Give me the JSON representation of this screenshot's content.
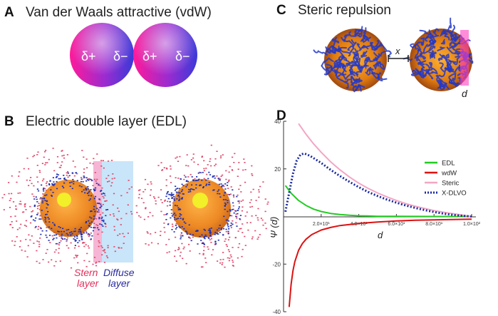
{
  "panels": {
    "a": {
      "letter": "A",
      "title": "Van der Waals attractive (vdW)",
      "charges": [
        "δ+",
        "δ−",
        "δ+",
        "δ−"
      ]
    },
    "b": {
      "letter": "B",
      "title": "Electric double layer (EDL)",
      "stern_label": [
        "Stern",
        "layer"
      ],
      "diffuse_label": [
        "Diffuse",
        "layer"
      ]
    },
    "c": {
      "letter": "C",
      "title": "Steric repulsion",
      "gap_label": "x",
      "distance_label": "d"
    },
    "d": {
      "letter": "D"
    }
  },
  "colors": {
    "edl": "#22cc22",
    "vdw": "#dd1111",
    "steric": "#f3a6c4",
    "xdlvo": "#1a2aa0",
    "sphere_blue": "#3a3ad8",
    "sphere_pink": "#ff1a9a",
    "core_orange": "#ee8a1a",
    "stern_band": "#f4a8cc",
    "diffuse_band": "#bfe0f8",
    "brush": "#2238c8"
  },
  "chart_data": {
    "type": "line",
    "xlabel": "d",
    "ylabel": "Ψ (d)",
    "xlim": [
      0,
      100
    ],
    "ylim": [
      -40,
      40
    ],
    "x_ticks": [
      {
        "value": 20,
        "label": "2.0×10¹"
      },
      {
        "value": 40,
        "label": "4.0×10¹"
      },
      {
        "value": 60,
        "label": "6.0×10¹"
      },
      {
        "value": 80,
        "label": "8.0×10¹"
      },
      {
        "value": 100,
        "label": "1.0×10²"
      }
    ],
    "y_ticks": [
      {
        "value": 40,
        "label": "40"
      },
      {
        "value": 20,
        "label": "20"
      },
      {
        "value": -20,
        "label": "-20"
      },
      {
        "value": -40,
        "label": "-40"
      }
    ],
    "legend_position": "right",
    "series": [
      {
        "name": "EDL",
        "style": "solid",
        "color": "#22cc22",
        "x": [
          1,
          4,
          8,
          12,
          16,
          20,
          25,
          30,
          35,
          40,
          45,
          50,
          60,
          70,
          80,
          90,
          100
        ],
        "y": [
          13,
          9.8,
          6.7,
          4.6,
          3.1,
          2.1,
          1.3,
          0.8,
          0.5,
          0.3,
          0.2,
          0.1,
          0.05,
          0.02,
          0.01,
          0,
          0
        ]
      },
      {
        "name": "wdW",
        "style": "solid",
        "color": "#dd1111",
        "x": [
          3,
          4,
          5,
          6,
          8,
          10,
          12,
          15,
          20,
          25,
          30,
          40,
          50,
          60,
          70,
          80,
          90,
          100
        ],
        "y": [
          -38,
          -28.5,
          -22.8,
          -19,
          -14.2,
          -11.4,
          -9.5,
          -7.6,
          -5.7,
          -4.6,
          -3.8,
          -2.9,
          -2.3,
          -1.9,
          -1.6,
          -1.4,
          -1.3,
          -1.1
        ]
      },
      {
        "name": "Steric",
        "style": "solid",
        "color": "#f3a6c4",
        "x": [
          8,
          12,
          16,
          20,
          25,
          30,
          35,
          40,
          45,
          50,
          55,
          60,
          65,
          70,
          75,
          80,
          85,
          90,
          95,
          100
        ],
        "y": [
          39,
          34.5,
          30.5,
          27,
          23,
          19.6,
          16.6,
          14,
          11.8,
          9.9,
          8.2,
          6.7,
          5.4,
          4.3,
          3.4,
          2.5,
          1.8,
          1.2,
          0.6,
          0
        ]
      },
      {
        "name": "X-DLVO",
        "style": "dotted",
        "color": "#1a2aa0",
        "x": [
          1,
          3,
          5,
          7,
          9,
          11,
          14,
          17,
          20,
          25,
          30,
          35,
          40,
          45,
          50,
          55,
          60,
          65,
          70,
          75,
          80,
          85,
          90,
          95,
          100
        ],
        "y": [
          2,
          10,
          18,
          23.5,
          26,
          26.5,
          25.5,
          24,
          22.5,
          19.6,
          17,
          14.6,
          12.3,
          10.3,
          8.6,
          7.1,
          5.8,
          4.6,
          3.6,
          2.7,
          1.9,
          1.2,
          0.7,
          0.3,
          0
        ]
      }
    ]
  }
}
